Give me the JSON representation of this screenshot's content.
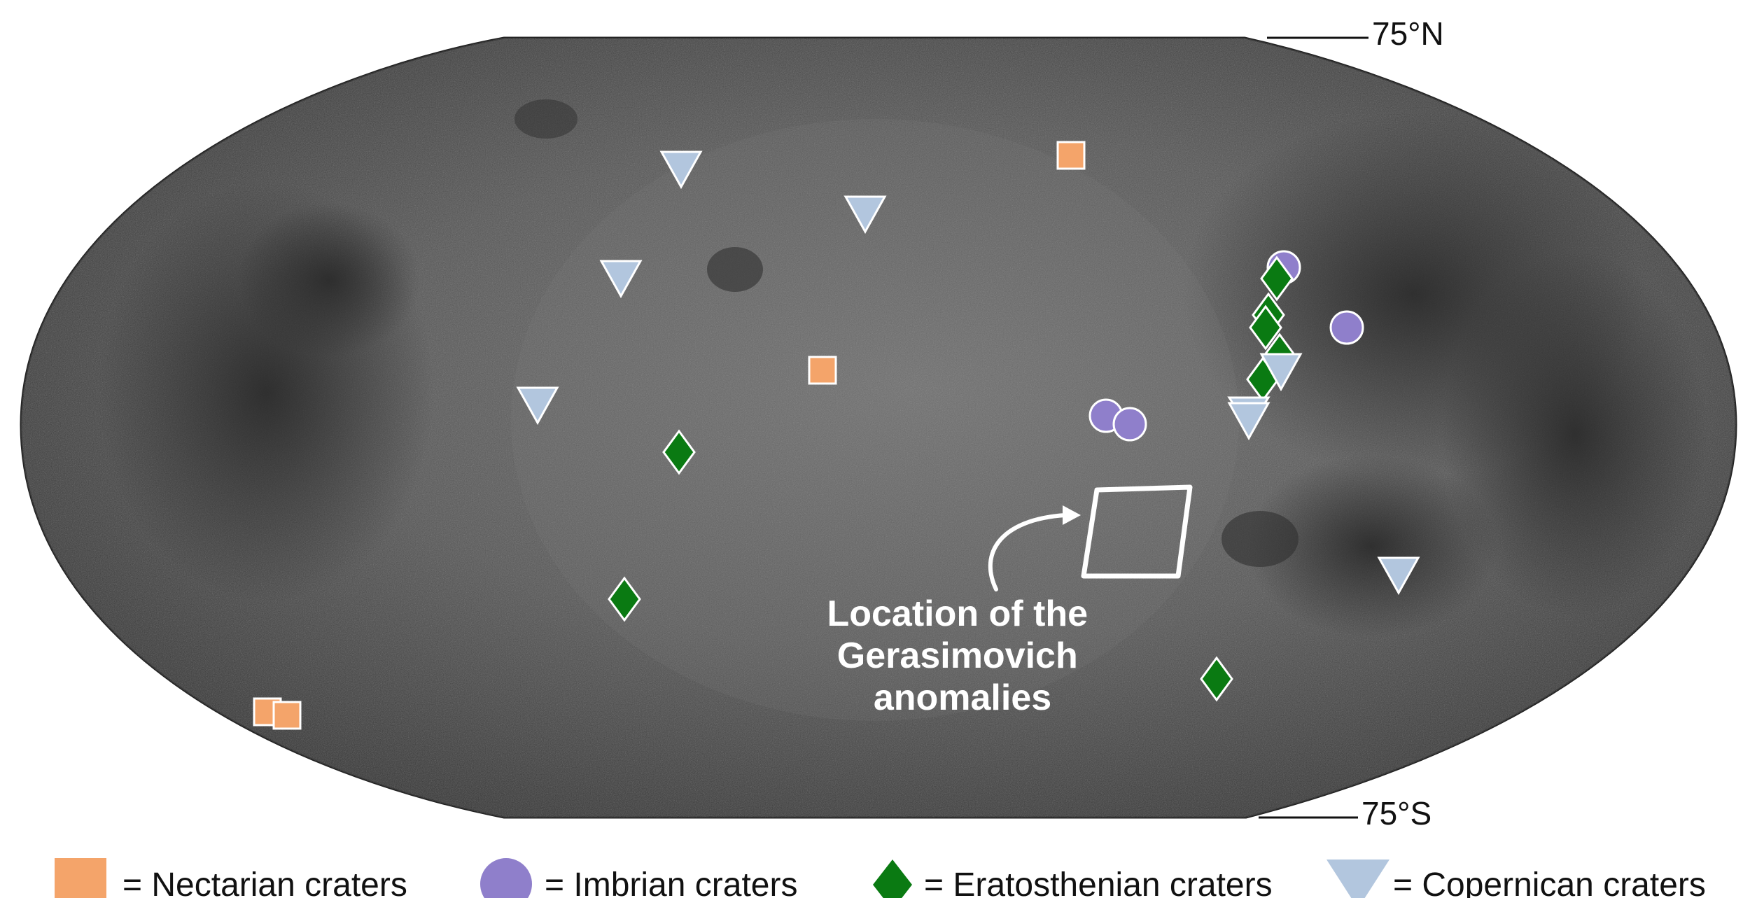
{
  "map": {
    "latitude_labels": {
      "north": "75°N",
      "south": "75°S"
    },
    "annotation_lines": [
      "Location of the",
      "Gerasimovich",
      "anomalies"
    ]
  },
  "colors": {
    "nectarian": "#f4a46a",
    "imbrian": "#8f7fcb",
    "eratosthenian": "#0a7a12",
    "copernican": "#b2c6de"
  },
  "markers": {
    "nectarian": 5,
    "imbrian": 4,
    "eratosthenian": 9,
    "copernican": 9
  },
  "legend": [
    {
      "symbol": "square",
      "category": "nectarian",
      "label": "= Nectarian craters"
    },
    {
      "symbol": "circle",
      "category": "imbrian",
      "label": "= Imbrian craters"
    },
    {
      "symbol": "diamond",
      "category": "eratosthenian",
      "label": "= Eratosthenian craters"
    },
    {
      "symbol": "triangle",
      "category": "copernican",
      "label": "= Copernican craters"
    }
  ]
}
